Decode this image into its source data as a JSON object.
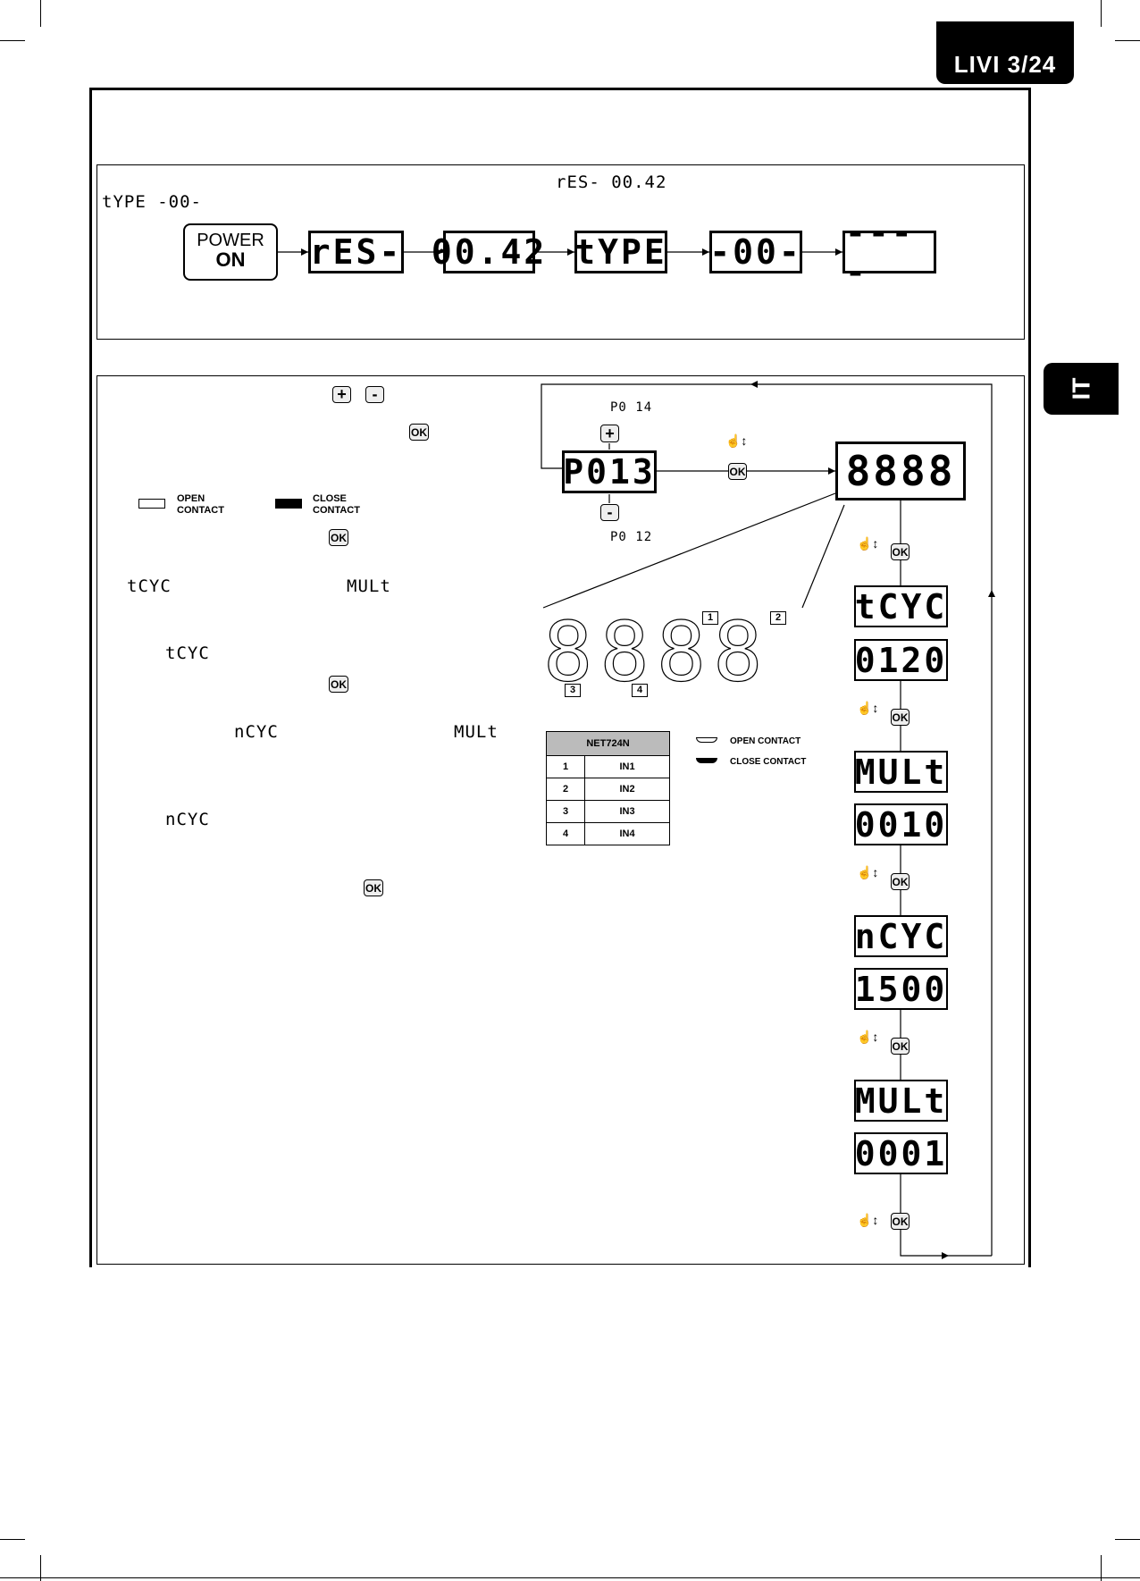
{
  "header": {
    "tab_label": "LIVI 3/24",
    "side_tab": "IT"
  },
  "section1": {
    "res_version": "rES-  00.42",
    "type_value": "tYPE  -00-",
    "power": {
      "line1": "POWER",
      "line2": "ON"
    },
    "sequence": [
      "rES-",
      "00.42",
      "tYPE",
      "-00-",
      "----"
    ]
  },
  "section2": {
    "param": {
      "current": "P013",
      "next": "P0 14",
      "prev": "P0 12"
    },
    "legend": {
      "open": "OPEN CONTACT",
      "close": "CLOSE CONTACT"
    },
    "inline_codes": {
      "tcyc": "tCYC",
      "mult": "MULt",
      "ncyc": "nCYC"
    },
    "zoom_labels": [
      "1",
      "2",
      "3",
      "4"
    ],
    "table": {
      "header": "NET724N",
      "rows": [
        [
          "1",
          "IN1"
        ],
        [
          "2",
          "IN2"
        ],
        [
          "3",
          "IN3"
        ],
        [
          "4",
          "IN4"
        ]
      ]
    },
    "legend2": {
      "open": "OPEN CONTACT",
      "close": "CLOSE CONTACT"
    },
    "chain": [
      "tCYC",
      "0120",
      "MULt",
      "0010",
      "nCYC",
      "1500",
      "MULt",
      "0001"
    ],
    "ok": "OK",
    "plus": "+",
    "minus": "-"
  }
}
